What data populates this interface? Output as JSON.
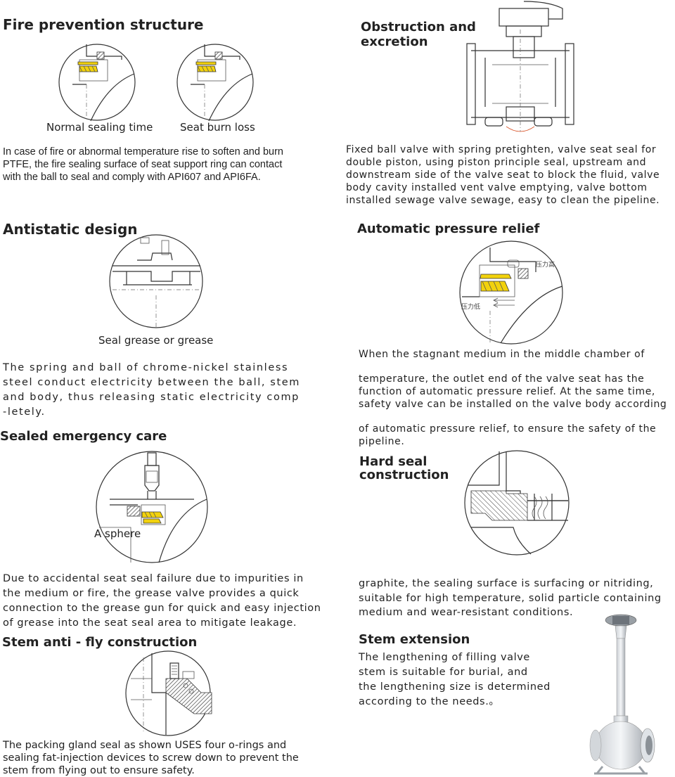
{
  "fire": {
    "title": "Fire prevention structure",
    "caption_left": "Normal sealing time",
    "caption_right": "Seat burn loss",
    "lines": [
      "In case of fire or abnormal temperature rise to soften and burn",
      "PTFE, the fire sealing surface of seat support ring can contact",
      "with the ball to seal and comply with API607 and API6FA."
    ]
  },
  "obstruction": {
    "title_lines": [
      "Obstruction and",
      "excretion"
    ],
    "lines": [
      "Fixed ball valve with spring pretighten, valve seat seal for",
      "double piston, using piston principle seal, upstream and",
      "downstream side of the valve seat to block the fluid, valve",
      "body cavity installed vent valve emptying, valve bottom",
      "installed sewage valve sewage, easy to clean the pipeline."
    ]
  },
  "antistatic": {
    "title": "Antistatic design",
    "caption": "Seal grease or grease",
    "lines": [
      "The spring and ball of chrome-nickel stainless",
      "steel conduct electricity between the ball, stem",
      "and body, thus releasing static electricity comp",
      "-letely."
    ]
  },
  "pressure": {
    "title": "Automatic pressure relief",
    "label_high": "压力高",
    "label_low": "压力低",
    "lines": [
      "When the stagnant medium in the middle chamber of",
      "",
      "temperature, the outlet end of the valve seat has the",
      "function of automatic pressure relief. At the same time,",
      "safety valve can be installed on the valve body according",
      "",
      "of automatic pressure relief, to ensure the safety of the",
      "pipeline."
    ]
  },
  "emergency": {
    "title": "Sealed emergency care",
    "caption": "A sphere",
    "lines": [
      "Due to accidental seat seal failure due to impurities in",
      "the medium or fire, the grease valve provides a quick",
      "connection to the grease gun for quick and easy injection",
      "of grease into the seat seal area to mitigate leakage."
    ]
  },
  "hardseal": {
    "title_lines": [
      "Hard seal",
      "construction"
    ],
    "lines": [
      "graphite, the sealing surface is surfacing or nitriding,",
      "suitable for high temperature, solid particle containing",
      "medium and wear-resistant conditions."
    ]
  },
  "stemfly": {
    "title": "Stem anti - fly construction",
    "lines": [
      "The packing gland seal as shown USES four o-rings and",
      "sealing fat-injection devices to screw down to prevent the",
      "stem from flying out to ensure safety."
    ]
  },
  "stemext": {
    "title": "Stem extension",
    "lines": [
      "The lengthening of filling valve",
      "stem is suitable for burial, and",
      "the lengthening size is determined",
      "according to the needs.。"
    ]
  },
  "colors": {
    "spring_yellow": "#f2d20c",
    "line": "#333333"
  }
}
